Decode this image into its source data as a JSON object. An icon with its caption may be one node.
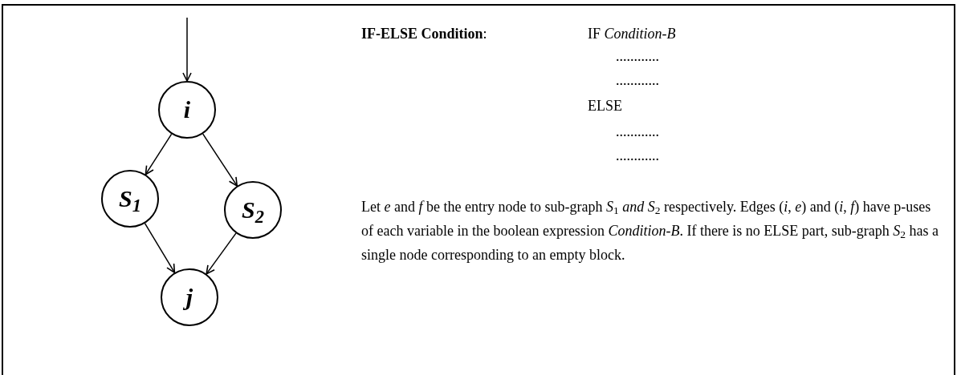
{
  "diagram": {
    "nodes": [
      {
        "text": [
          "i"
        ]
      },
      {
        "text": [
          "S$_{1}$"
        ]
      },
      {
        "text": [
          "S$_{2}$"
        ]
      },
      {
        "text": [
          "j"
        ]
      }
    ],
    "edges": [
      {
        "from": null,
        "to": 0,
        "arrow": "to"
      },
      {
        "from": 0,
        "to": 1,
        "arrow": "to"
      },
      {
        "from": 0,
        "to": 2,
        "arrow": "to"
      },
      {
        "from": 1,
        "to": 3,
        "arrow": "to"
      },
      {
        "from": 2,
        "to": 3,
        "arrow": "to"
      }
    ],
    "labels": [
      "**IF-ELSE Condition**:",
      "IF *Condition-B*",
      "............",
      "............",
      "ELSE",
      "............",
      "............",
      "Let *e* and *f*  be the entry node to sub-graph *S*$_{1}$ *and S*$_{2}$ respectively.  Edges (*i*, *e*) and (*i*, *f*) have p-uses of each variable in the boolean expression *Condition-B*. If there is no ELSE part, sub-graph *S*$_{2}$ has a single node corresponding to an empty block."
    ]
  }
}
